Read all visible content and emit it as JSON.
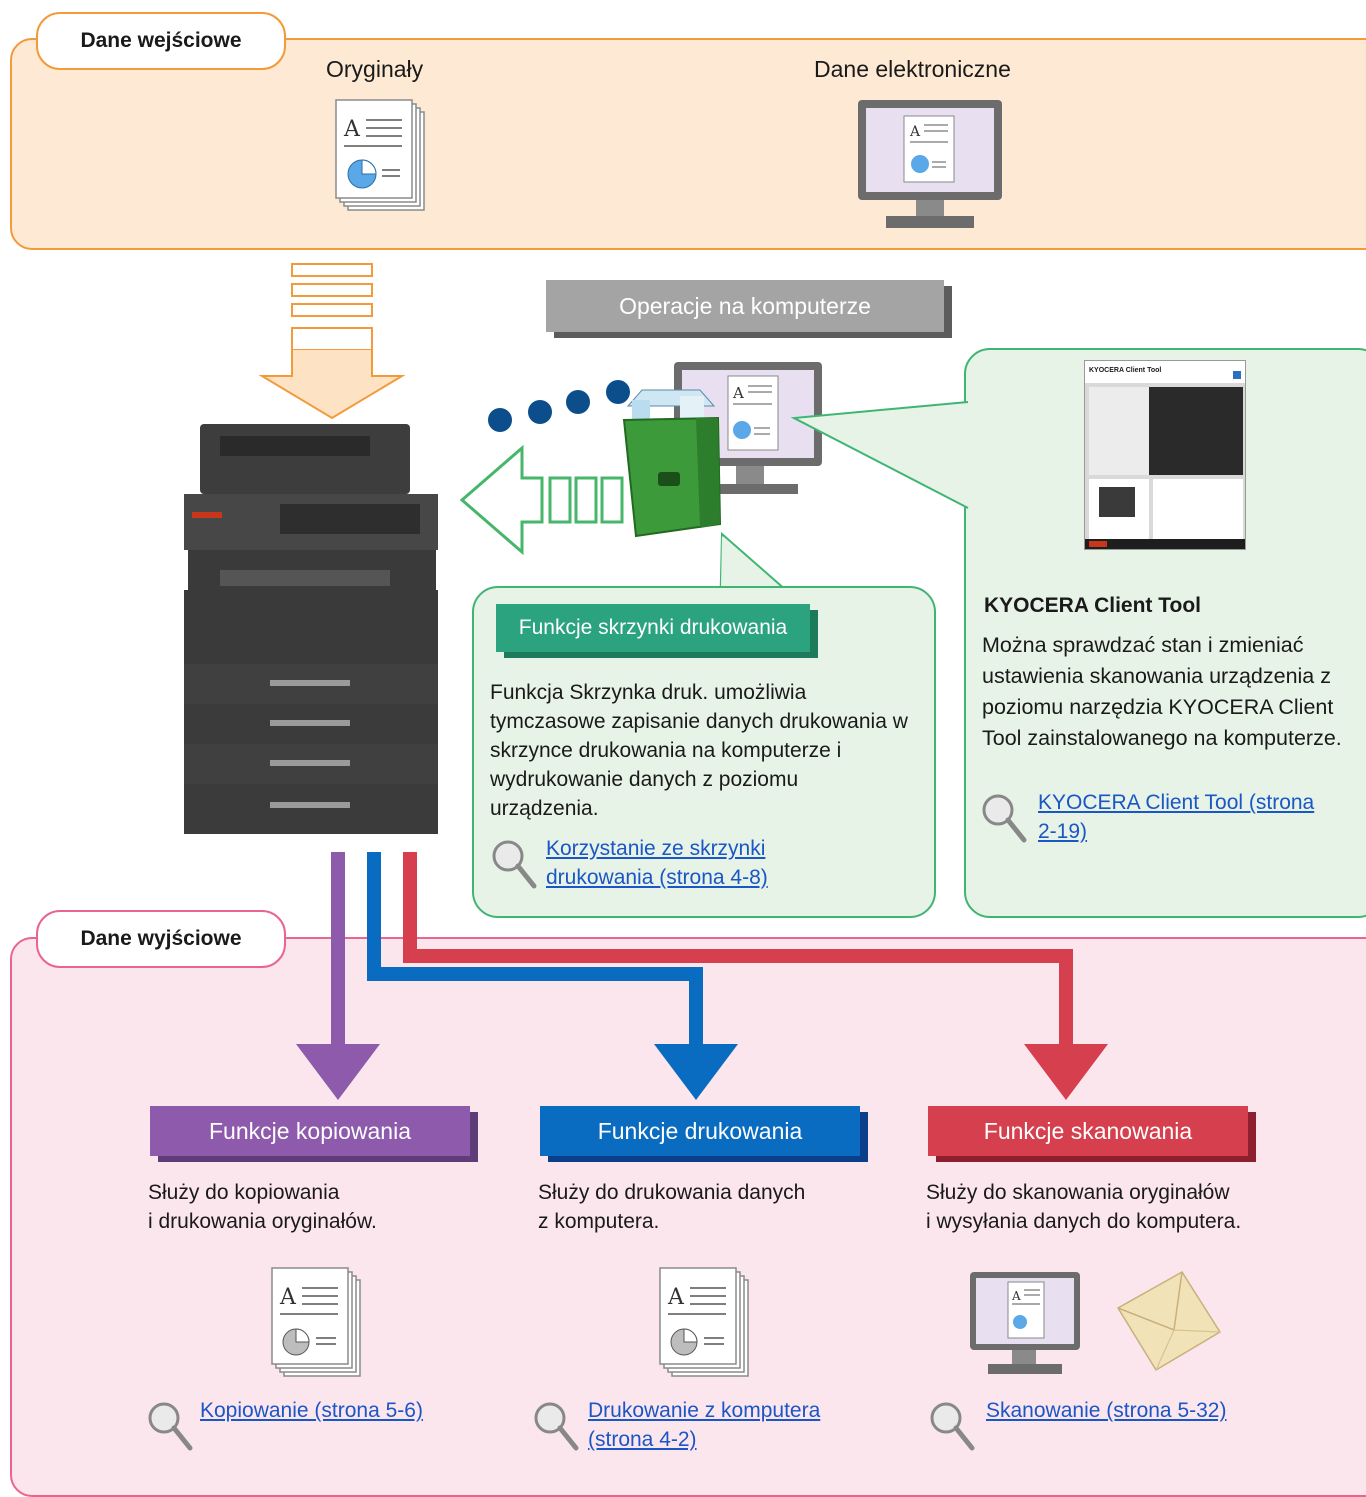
{
  "input": {
    "title": "Dane wejściowe",
    "originals_label": "Oryginały",
    "electronic_label": "Dane elektroniczne"
  },
  "pc_ops": {
    "label": "Operacje na komputerze"
  },
  "print_box": {
    "heading": "Funkcje skrzynki drukowania",
    "text": "Funkcja Skrzynka druk. umożliwia tymczasowe zapisanie danych drukowania w skrzynce drukowania na komputerze i wydrukowanie danych z poziomu urządzenia.",
    "link_line1": "Korzystanie ze skrzynki ",
    "link_line2": "drukowania (strona 4-8)"
  },
  "client_tool": {
    "screen_title": "KYOCERA Client Tool",
    "title": "KYOCERA Client Tool",
    "text": "Można sprawdzać stan i zmieniać ustawienia skanowania urządzenia z poziomu narzędzia KYOCERA Client Tool zainstalowanego na komputerze.",
    "link_line1": "KYOCERA Client Tool (strona ",
    "link_line2": "2-19)"
  },
  "output": {
    "title": "Dane wyjściowe",
    "copy": {
      "heading": "Funkcje kopiowania",
      "text_line1": "Służy do kopiowania",
      "text_line2": "i drukowania oryginałów.",
      "link": "Kopiowanie (strona 5-6)"
    },
    "print": {
      "heading": "Funkcje drukowania",
      "text_line1": "Służy do drukowania danych",
      "text_line2": "z komputera.",
      "link_line1": "Drukowanie z komputera ",
      "link_line2": "(strona 4-2)"
    },
    "scan": {
      "heading": "Funkcje skanowania",
      "text_line1": "Służy do skanowania oryginałów",
      "text_line2": "i wysyłania danych do komputera.",
      "link": "Skanowanie (strona 5-32)"
    }
  },
  "colors": {
    "input_border": "#f39a3a",
    "input_fill": "#fde9d4",
    "output_border": "#e9658f",
    "output_fill": "#fce6ee",
    "copy": "#8e5aab",
    "print": "#0a6cc0",
    "scan": "#d6404e",
    "callout_green": "#3fb573"
  }
}
